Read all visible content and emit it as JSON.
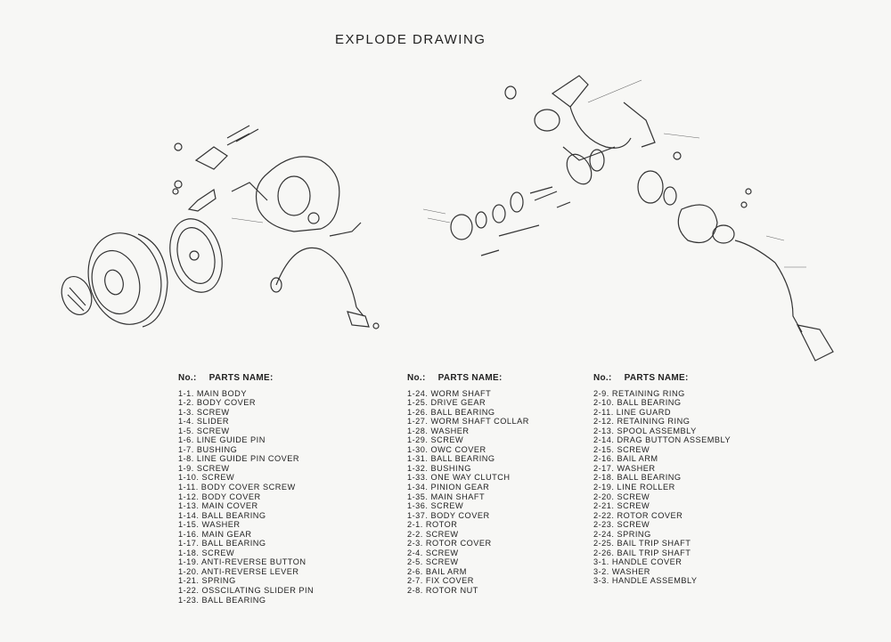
{
  "title": "EXPLODE DRAWING",
  "table_header": {
    "no": "No.:",
    "parts_name": "PARTS NAME:"
  },
  "columns": [
    {
      "items": [
        "1-1. MAIN BODY",
        "1-2. BODY COVER",
        "1-3. SCREW",
        "1-4. SLIDER",
        "1-5. SCREW",
        "1-6. LINE GUIDE PIN",
        "1-7. BUSHING",
        "1-8. LINE GUIDE PIN COVER",
        "1-9. SCREW",
        "1-10. SCREW",
        "1-11. BODY COVER SCREW",
        "1-12. BODY COVER",
        "1-13. MAIN COVER",
        "1-14. BALL BEARING",
        "1-15. WASHER",
        "1-16. MAIN GEAR",
        "1-17. BALL BEARING",
        "1-18. SCREW",
        "1-19. ANTI-REVERSE BUTTON",
        "1-20. ANTI-REVERSE LEVER",
        "1-21. SPRING",
        "1-22. OSSCILATING SLIDER PIN",
        "1-23. BALL BEARING"
      ]
    },
    {
      "items": [
        "1-24. WORM SHAFT",
        "1-25. DRIVE GEAR",
        "1-26. BALL BEARING",
        "1-27. WORM SHAFT COLLAR",
        "1-28. WASHER",
        "1-29. SCREW",
        "1-30. OWC COVER",
        "1-31. BALL BEARING",
        "1-32. BUSHING",
        "1-33. ONE WAY CLUTCH",
        "1-34. PINION GEAR",
        "1-35. MAIN SHAFT",
        "1-36. SCREW",
        "1-37. BODY COVER",
        "2-1. ROTOR",
        "2-2. SCREW",
        "2-3. ROTOR COVER",
        "2-4. SCREW",
        "2-5. SCREW",
        "2-6. BAIL ARM",
        "2-7. FIX COVER",
        "2-8. ROTOR NUT"
      ]
    },
    {
      "items": [
        "2-9. RETAINING RING",
        "2-10. BALL BEARING",
        "2-11. LINE GUARD",
        "2-12. RETAINING RING",
        "2-13. SPOOL ASSEMBLY",
        "2-14. DRAG BUTTON ASSEMBLY",
        "2-15. SCREW",
        "2-16. BAIL ARM",
        "2-17. WASHER",
        "2-18. BALL BEARING",
        "2-19. LINE ROLLER",
        "2-20. SCREW",
        "2-21. SCREW",
        "2-22. ROTOR COVER",
        "2-23. SCREW",
        "2-24. SPRING",
        "2-25. BAIL TRIP SHAFT",
        "2-26. BAIL TRIP SHAFT",
        "3-1. HANDLE COVER",
        "3-2. WASHER",
        "3-3. HANDLE ASSEMBLY"
      ]
    }
  ]
}
